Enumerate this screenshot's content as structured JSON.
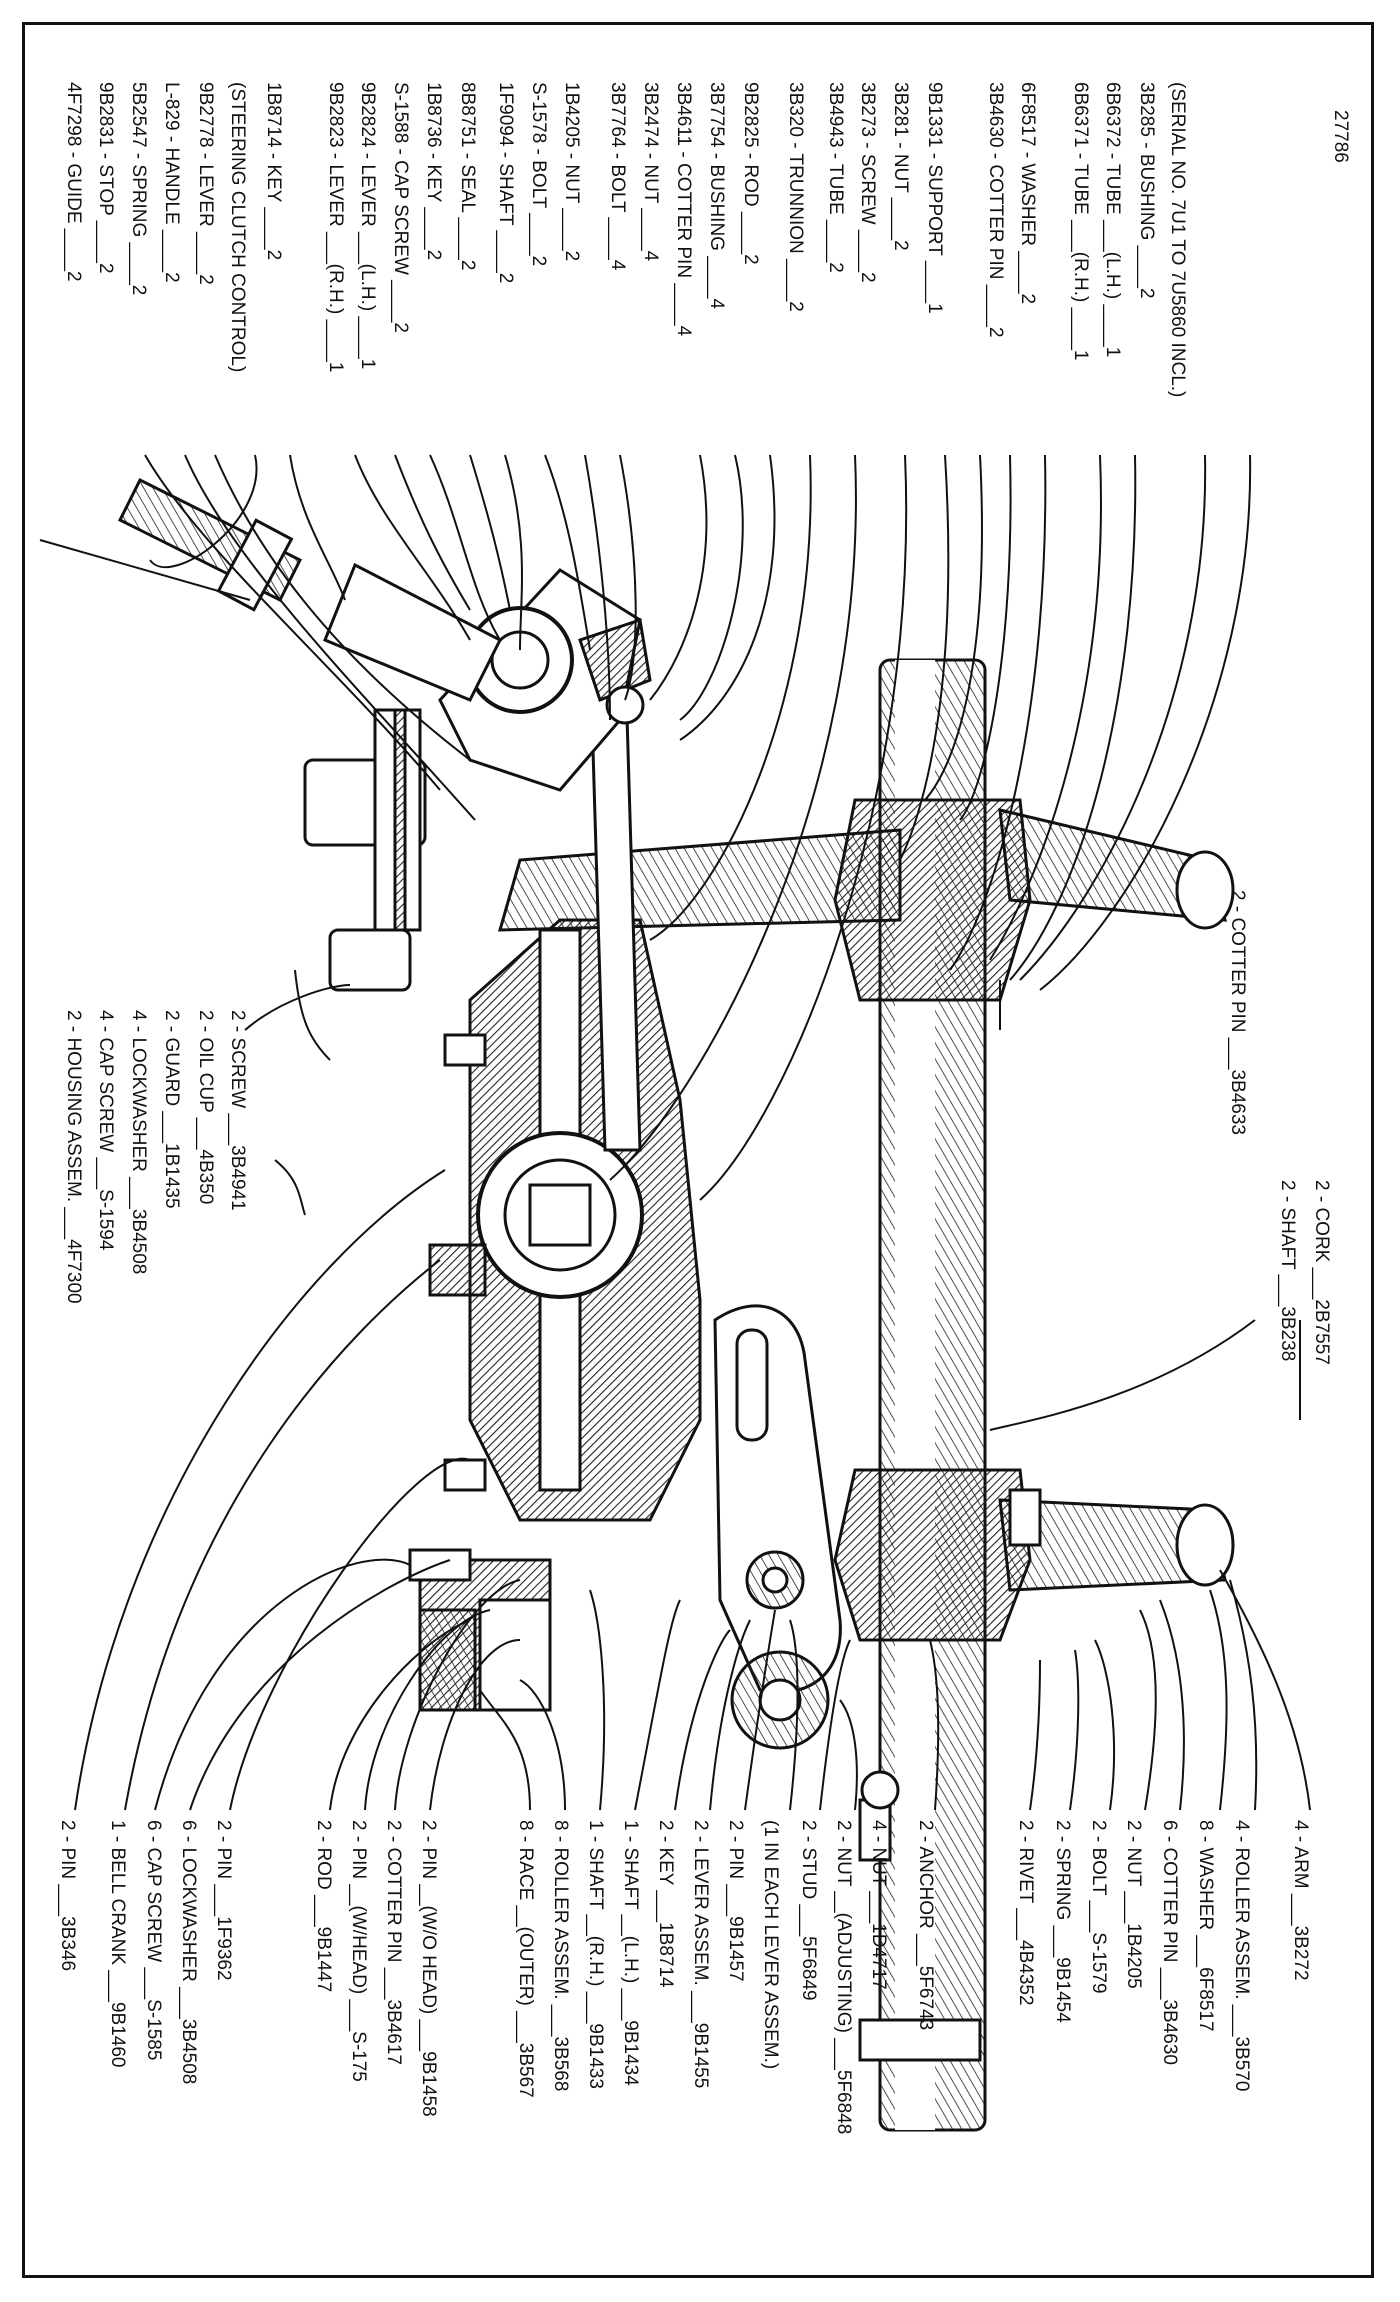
{
  "figure_number": "27786",
  "top_callouts": [
    {
      "qty": "2",
      "part": "4F7298",
      "name": "GUIDE",
      "spec": ""
    },
    {
      "qty": "2",
      "part": "9B2831",
      "name": "STOP",
      "spec": ""
    },
    {
      "qty": "2",
      "part": "5B2547",
      "name": "SPRING",
      "spec": ""
    },
    {
      "qty": "2",
      "part": "L-829",
      "name": "HANDLE",
      "spec": ""
    },
    {
      "qty": "2",
      "part": "9B2778",
      "name": "LEVER",
      "spec": ""
    },
    {
      "qty": "",
      "part": "",
      "name": "(STEERING CLUTCH CONTROL)",
      "spec": ""
    },
    {
      "qty": "2",
      "part": "1B8714",
      "name": "KEY",
      "spec": ""
    },
    {
      "qty": "1",
      "part": "9B2823",
      "name": "LEVER",
      "spec": "(R.H.)"
    },
    {
      "qty": "1",
      "part": "9B2824",
      "name": "LEVER",
      "spec": "(L.H.)"
    },
    {
      "qty": "2",
      "part": "S-1588",
      "name": "CAP SCREW",
      "spec": ""
    },
    {
      "qty": "2",
      "part": "1B8736",
      "name": "KEY",
      "spec": ""
    },
    {
      "qty": "2",
      "part": "8B8751",
      "name": "SEAL",
      "spec": ""
    },
    {
      "qty": "2",
      "part": "1F9094",
      "name": "SHAFT",
      "spec": ""
    },
    {
      "qty": "2",
      "part": "S-1578",
      "name": "BOLT",
      "spec": ""
    },
    {
      "qty": "2",
      "part": "1B4205",
      "name": "NUT",
      "spec": ""
    },
    {
      "qty": "4",
      "part": "3B7764",
      "name": "BOLT",
      "spec": ""
    },
    {
      "qty": "4",
      "part": "3B2474",
      "name": "NUT",
      "spec": ""
    },
    {
      "qty": "4",
      "part": "3B4611",
      "name": "COTTER PIN",
      "spec": ""
    },
    {
      "qty": "4",
      "part": "3B7754",
      "name": "BUSHING",
      "spec": ""
    },
    {
      "qty": "2",
      "part": "9B2825",
      "name": "ROD",
      "spec": ""
    },
    {
      "qty": "2",
      "part": "3B320",
      "name": "TRUNNION",
      "spec": ""
    },
    {
      "qty": "2",
      "part": "3B4943",
      "name": "TUBE",
      "spec": ""
    },
    {
      "qty": "2",
      "part": "3B273",
      "name": "SCREW",
      "spec": ""
    },
    {
      "qty": "2",
      "part": "3B281",
      "name": "NUT",
      "spec": ""
    },
    {
      "qty": "1",
      "part": "9B1331",
      "name": "SUPPORT",
      "spec": ""
    },
    {
      "qty": "2",
      "part": "3B4630",
      "name": "COTTER PIN",
      "spec": ""
    },
    {
      "qty": "2",
      "part": "6F8517",
      "name": "WASHER",
      "spec": ""
    },
    {
      "qty": "1",
      "part": "6B6371",
      "name": "TUBE",
      "spec": "(R.H.)"
    },
    {
      "qty": "1",
      "part": "6B6372",
      "name": "TUBE",
      "spec": "(L.H.)"
    },
    {
      "qty": "2",
      "part": "3B285",
      "name": "BUSHING",
      "spec": ""
    },
    {
      "qty": "",
      "part": "",
      "name": "(SERIAL NO. 7U1 TO 7U5860 INCL.)",
      "spec": ""
    }
  ],
  "mid_callouts": [
    {
      "qty": "2",
      "name": "HOUSING ASSEM.",
      "part": "4F7300"
    },
    {
      "qty": "4",
      "name": "CAP SCREW",
      "part": "S-1594"
    },
    {
      "qty": "4",
      "name": "LOCKWASHER",
      "part": "3B4508"
    },
    {
      "qty": "2",
      "name": "GUARD",
      "part": "1B1435"
    },
    {
      "qty": "2",
      "name": "OIL CUP",
      "part": "4B350"
    },
    {
      "qty": "2",
      "name": "SCREW",
      "part": "3B4941"
    },
    {
      "qty": "2",
      "name": "COTTER PIN",
      "part": "3B4633"
    },
    {
      "qty": "2",
      "name": "SHAFT",
      "part": "3B238"
    },
    {
      "qty": "2",
      "name": "CORK",
      "part": "2B7557"
    }
  ],
  "bottom_callouts": [
    {
      "qty": "2",
      "name": "PIN",
      "spec": "",
      "part": "3B346"
    },
    {
      "qty": "1",
      "name": "BELL CRANK",
      "spec": "",
      "part": "9B1460"
    },
    {
      "qty": "6",
      "name": "CAP SCREW",
      "spec": "",
      "part": "S-1585"
    },
    {
      "qty": "6",
      "name": "LOCKWASHER",
      "spec": "",
      "part": "3B4508"
    },
    {
      "qty": "2",
      "name": "PIN",
      "spec": "",
      "part": "1F9362"
    },
    {
      "qty": "2",
      "name": "ROD",
      "spec": "",
      "part": "9B1447"
    },
    {
      "qty": "2",
      "name": "PIN",
      "spec": "(W/HEAD)",
      "part": "S-175"
    },
    {
      "qty": "2",
      "name": "COTTER PIN",
      "spec": "",
      "part": "3B4617"
    },
    {
      "qty": "2",
      "name": "PIN",
      "spec": "(W/O HEAD)",
      "part": "9B1458"
    },
    {
      "qty": "8",
      "name": "RACE",
      "spec": "(OUTER)",
      "part": "3B567"
    },
    {
      "qty": "8",
      "name": "ROLLER ASSEM.",
      "spec": "",
      "part": "3B568"
    },
    {
      "qty": "1",
      "name": "SHAFT",
      "spec": "(R.H.)",
      "part": "9B1433"
    },
    {
      "qty": "1",
      "name": "SHAFT",
      "spec": "(L.H.)",
      "part": "9B1434"
    },
    {
      "qty": "2",
      "name": "KEY",
      "spec": "",
      "part": "1B8714"
    },
    {
      "qty": "2",
      "name": "LEVER ASSEM.",
      "spec": "",
      "part": "9B1455"
    },
    {
      "qty": "2",
      "name": "PIN",
      "spec": "",
      "part": "9B1457"
    },
    {
      "qty": "",
      "name": "(1 IN EACH LEVER ASSEM.)",
      "spec": "",
      "part": ""
    },
    {
      "qty": "2",
      "name": "STUD",
      "spec": "",
      "part": "5F6849"
    },
    {
      "qty": "2",
      "name": "NUT",
      "spec": "(ADJUSTING)",
      "part": "5F6848"
    },
    {
      "qty": "4",
      "name": "NUT",
      "spec": "",
      "part": "1D4717"
    },
    {
      "qty": "2",
      "name": "ANCHOR",
      "spec": "",
      "part": "5F6743"
    },
    {
      "qty": "2",
      "name": "RIVET",
      "spec": "",
      "part": "4B4352"
    },
    {
      "qty": "2",
      "name": "SPRING",
      "spec": "",
      "part": "9B1454"
    },
    {
      "qty": "2",
      "name": "BOLT",
      "spec": "",
      "part": "S-1579"
    },
    {
      "qty": "2",
      "name": "NUT",
      "spec": "",
      "part": "1B4205"
    },
    {
      "qty": "6",
      "name": "COTTER PIN",
      "spec": "",
      "part": "3B4630"
    },
    {
      "qty": "8",
      "name": "WASHER",
      "spec": "",
      "part": "6F8517"
    },
    {
      "qty": "4",
      "name": "ROLLER ASSEM.",
      "spec": "",
      "part": "3B570"
    },
    {
      "qty": "4",
      "name": "ARM",
      "spec": "",
      "part": "3B272"
    }
  ]
}
